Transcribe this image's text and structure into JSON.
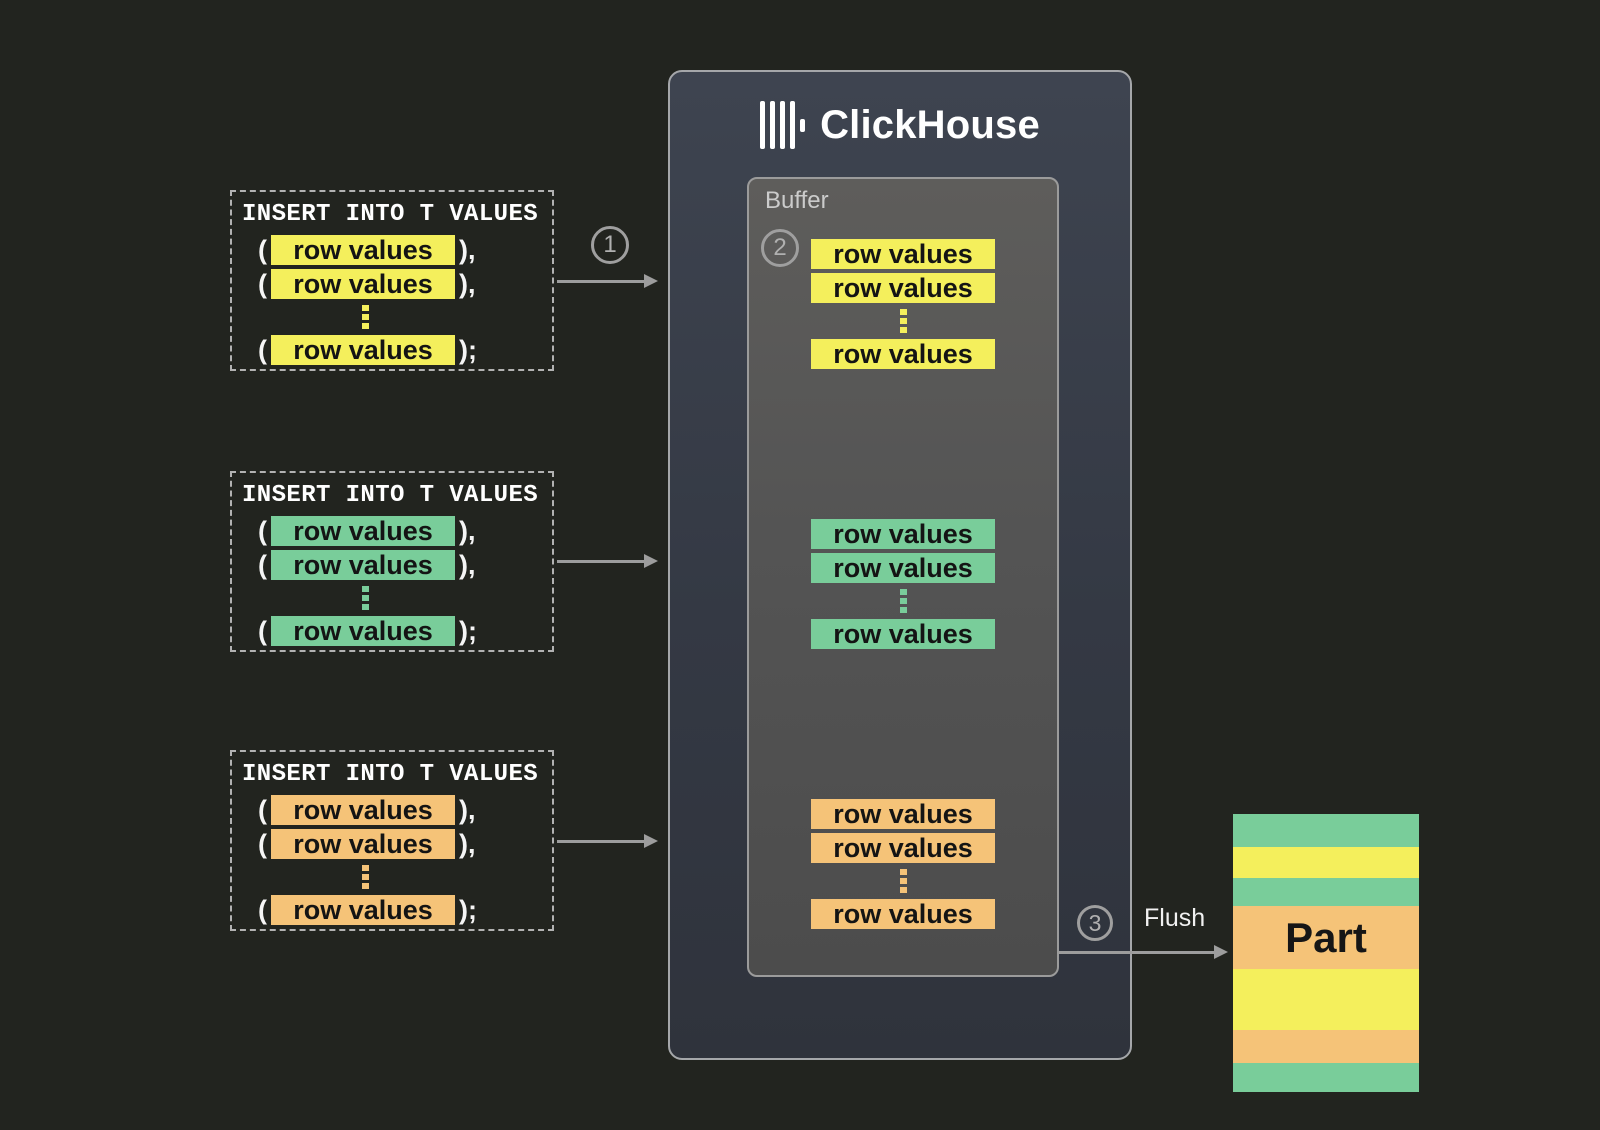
{
  "colors": {
    "background": "#22241f",
    "panel": "#343944",
    "panel_border": "#a5a7aa",
    "buffer": "#545454",
    "buffer_border": "#9b9b9b",
    "yellow": "#f4ef5c",
    "green": "#79cd9a",
    "orange": "#f5c378",
    "arrow": "#9d9d9d",
    "row_text": "#141414"
  },
  "clickhouse": {
    "title": "ClickHouse"
  },
  "buffer": {
    "label": "Buffer"
  },
  "steps": {
    "s1": "1",
    "s2": "2",
    "s3": "3"
  },
  "flush": {
    "label": "Flush"
  },
  "part": {
    "label": "Part",
    "stripes": [
      "green",
      "yellow",
      "green",
      "orange",
      "yellow",
      "orange",
      "green"
    ]
  },
  "inserts": [
    {
      "title": "INSERT INTO T VALUES",
      "highlight": "yellow",
      "rows": [
        {
          "open": "(",
          "label": "row values",
          "close": "),"
        },
        {
          "open": "(",
          "label": "row values",
          "close": "),"
        },
        {
          "open": "(",
          "label": "row values",
          "close": ");"
        }
      ]
    },
    {
      "title": "INSERT INTO T VALUES",
      "highlight": "green",
      "rows": [
        {
          "open": "(",
          "label": "row values",
          "close": "),"
        },
        {
          "open": "(",
          "label": "row values",
          "close": "),"
        },
        {
          "open": "(",
          "label": "row values",
          "close": ");"
        }
      ]
    },
    {
      "title": "INSERT INTO T VALUES",
      "highlight": "orange",
      "rows": [
        {
          "open": "(",
          "label": "row values",
          "close": "),"
        },
        {
          "open": "(",
          "label": "row values",
          "close": "),"
        },
        {
          "open": "(",
          "label": "row values",
          "close": ");"
        }
      ]
    }
  ],
  "buffer_groups": [
    {
      "highlight": "yellow",
      "rows": [
        "row values",
        "row values",
        "row values"
      ]
    },
    {
      "highlight": "green",
      "rows": [
        "row values",
        "row values",
        "row values"
      ]
    },
    {
      "highlight": "orange",
      "rows": [
        "row values",
        "row values",
        "row values"
      ]
    }
  ]
}
